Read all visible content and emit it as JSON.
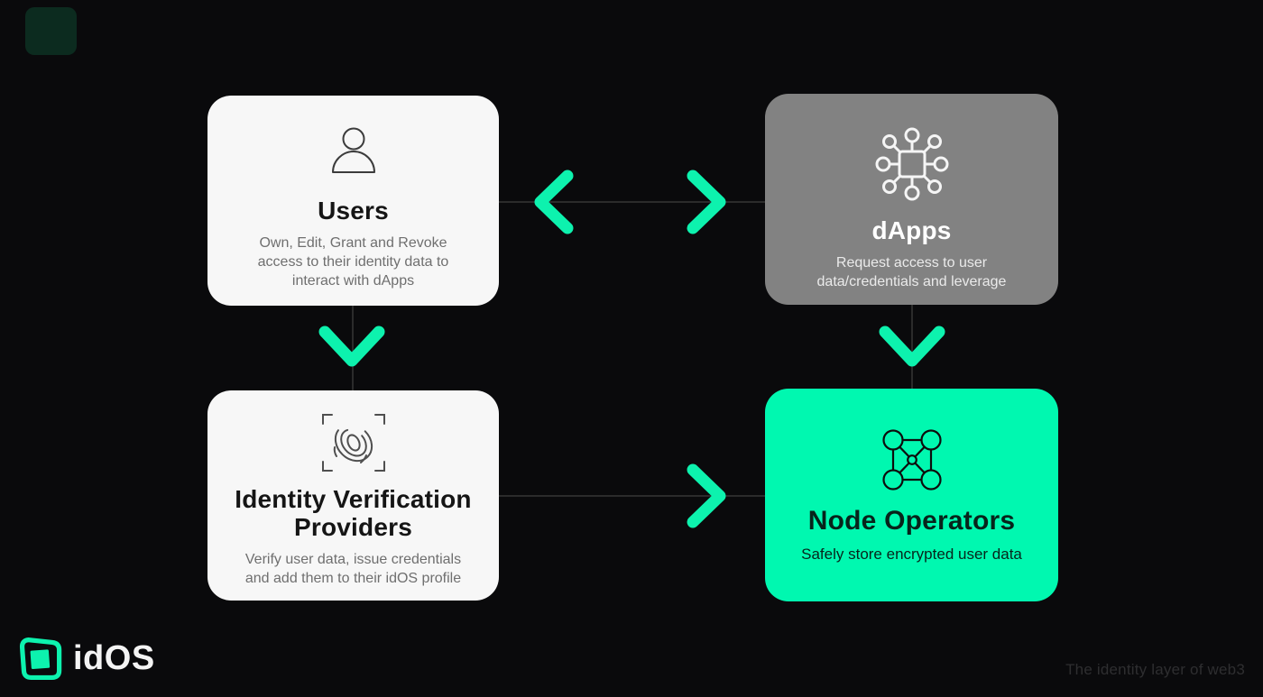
{
  "colors": {
    "page_bg": "#0a0a0c",
    "accent": "#0df2ae",
    "card_light_bg": "#f7f7f7",
    "card_gray_bg": "#828282",
    "card_mint_bg": "#00f8b0",
    "line_color": "#2b2b2b",
    "text_dark": "#151515",
    "text_muted": "#6f6f6f",
    "text_light": "#ffffff",
    "text_light_muted": "#eaeaea",
    "text_on_mint": "#07241b",
    "tagline_color": "#2e2e30",
    "corner_mark_color": "#0c2b1f",
    "logo_text_color": "#f4f4f4"
  },
  "nodes": {
    "users": {
      "title": "Users",
      "description": "Own, Edit, Grant and Revoke access to their identity data to interact with dApps",
      "icon": "user-icon",
      "variant": "light"
    },
    "dapps": {
      "title": "dApps",
      "description": "Request access to user data/credentials and leverage",
      "icon": "network-hub-icon",
      "variant": "gray"
    },
    "ivp": {
      "title": "Identity Verification Providers",
      "description": "Verify user data, issue credentials and add them to their idOS profile",
      "icon": "fingerprint-scan-icon",
      "variant": "light"
    },
    "node_operators": {
      "title": "Node Operators",
      "description": "Safely store encrypted user data",
      "icon": "node-network-icon",
      "variant": "mint"
    }
  },
  "connectors": {
    "users_dapps": "bidirectional-horizontal",
    "users_to_ivp": "down",
    "dapps_to_node_operators": "down",
    "ivp_to_node_operators": "right"
  },
  "branding": {
    "logo_text": "idOS",
    "logo_icon": "idos-cube-logo-icon",
    "tagline": "The identity layer of web3"
  }
}
